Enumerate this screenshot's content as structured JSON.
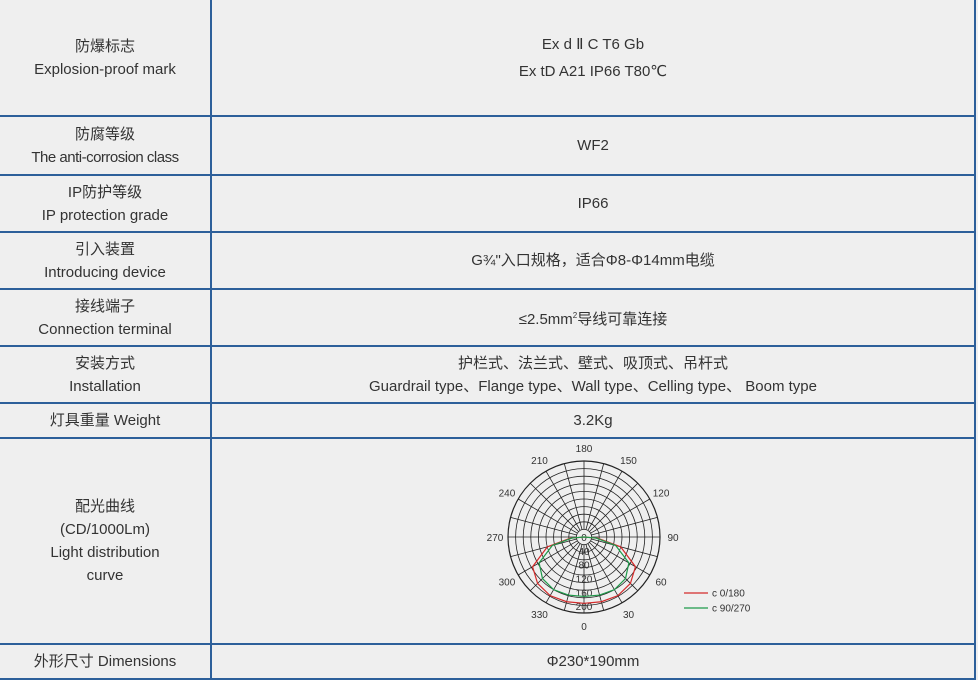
{
  "rows": [
    {
      "label_cn": "防爆标志",
      "label_en": "Explosion-proof mark",
      "value": [
        "Ex d Ⅱ C T6 Gb",
        "Ex tD A21 IP66 T80℃"
      ]
    },
    {
      "label_cn": "防腐等级",
      "label_en": "The anti-corrosion class",
      "value": [
        "WF2"
      ]
    },
    {
      "label_cn": "IP防护等级",
      "label_en": "IP protection grade",
      "value": [
        "IP66"
      ]
    },
    {
      "label_cn": "引入装置",
      "label_en": "Introducing device",
      "value": [
        "G¾\"入口规格，适合Φ8-Φ14mm电缆"
      ]
    },
    {
      "label_cn": "接线端子",
      "label_en": "Connection terminal",
      "value_pre": "≤2.5mm",
      "value_sup": "2",
      "value_post": "导线可靠连接"
    },
    {
      "label_cn": "安装方式",
      "label_en": "Installation",
      "value": [
        "护栏式、法兰式、壁式、吸顶式、吊杆式",
        "Guardrail type、Flange type、Wall type、Celling type、 Boom type"
      ]
    },
    {
      "label": "灯具重量  Weight",
      "value": [
        "3.2Kg"
      ]
    },
    {
      "label_lines": [
        "配光曲线",
        "(CD/1000Lm)",
        "Light distribution",
        "curve"
      ]
    },
    {
      "label": "外形尺寸  Dimensions",
      "value": [
        "Φ230*190mm"
      ]
    }
  ],
  "chart_data": {
    "type": "polar",
    "angle_labels": [
      "0",
      "30",
      "60",
      "90",
      "120",
      "150",
      "180",
      "210",
      "240",
      "270",
      "300",
      "330"
    ],
    "radial_ticks": [
      "0",
      "40",
      "80",
      "120",
      "160",
      "200"
    ],
    "rmax": 220,
    "series": [
      {
        "name": "c 0/180",
        "color": "#d42a2a",
        "angles": [
          0,
          15,
          30,
          45,
          60,
          75,
          85,
          90
        ],
        "values": [
          192,
          194,
          196,
          190,
          172,
          110,
          40,
          0
        ]
      },
      {
        "name": "c 90/270",
        "color": "#1e9a4a",
        "angles": [
          0,
          15,
          30,
          45,
          60,
          75,
          85,
          90
        ],
        "values": [
          172,
          174,
          176,
          170,
          150,
          95,
          35,
          0
        ]
      }
    ]
  }
}
